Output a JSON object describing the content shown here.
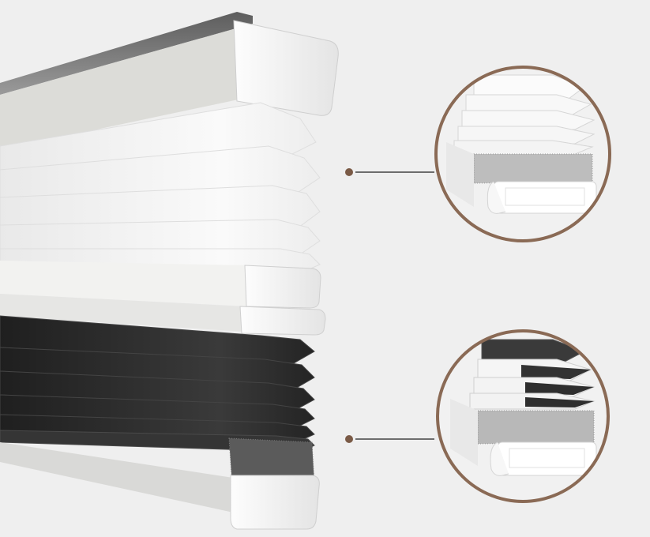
{
  "image": {
    "subject": "honeycomb-cellular-shade-cross-section",
    "callouts": [
      {
        "name": "top-callout",
        "shows": "white-fabric-detail"
      },
      {
        "name": "bottom-callout",
        "shows": "blackout-fabric-detail"
      }
    ]
  },
  "colors": {
    "background": "#efefef",
    "callout_ring": "#8a6a55",
    "leader_dot": "#7a5a46",
    "leader_line": "#6d6d6d",
    "white_fabric": "#f7f7f7",
    "dark_fabric": "#2c2c2c",
    "rail": "#ffffff"
  }
}
